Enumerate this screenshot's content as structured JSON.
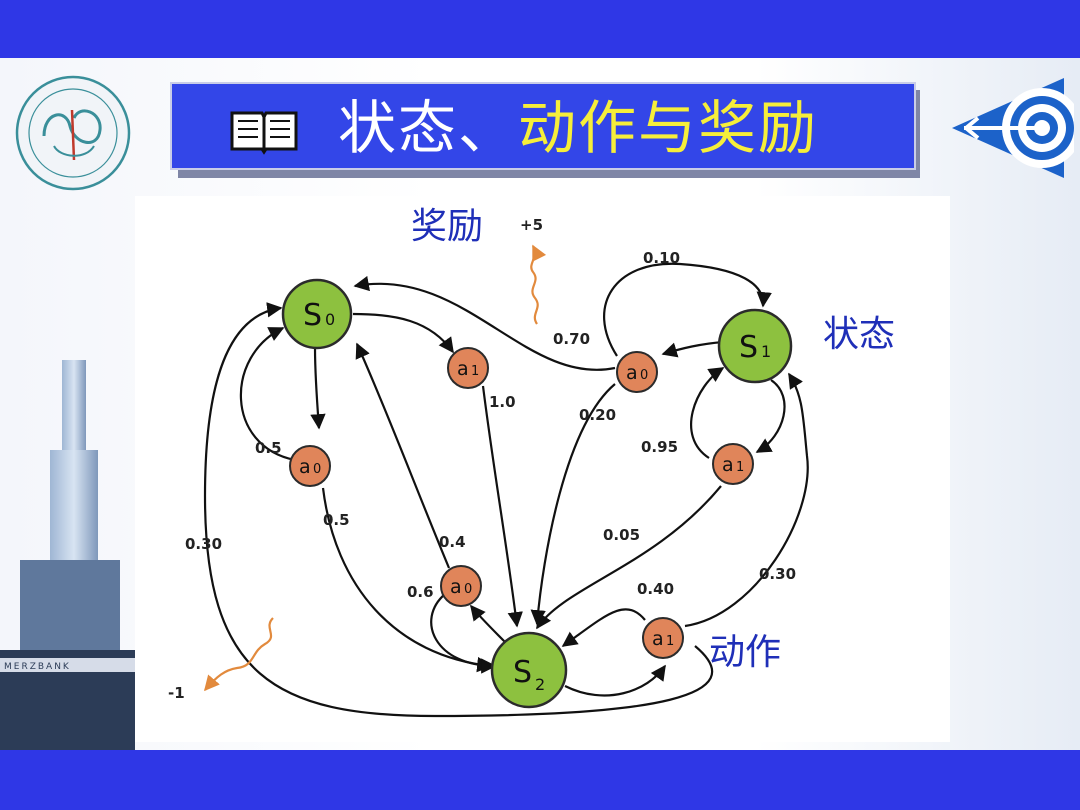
{
  "title": {
    "part1": "状态、",
    "part2": "动作与奖励"
  },
  "colors": {
    "band": "#2f37e6",
    "title_bg": "#3346e8",
    "state_node": "#8dc13f",
    "action_node": "#e0855a",
    "label_blue": "#1f2fb8",
    "reward_arrow": "#e28a3d"
  },
  "icons": {
    "title_icon": "book-icon",
    "logo": "university-seal",
    "corner": "target-arrow-icon"
  },
  "building_sign": "MERZBANK",
  "diagram": {
    "annotations": {
      "reward": "奖励",
      "state": "状态",
      "action": "动作"
    },
    "rewards": {
      "positive": "+5",
      "negative": "-1"
    },
    "states": [
      {
        "id": "s0",
        "letter": "S",
        "sub": "0"
      },
      {
        "id": "s1",
        "letter": "S",
        "sub": "1"
      },
      {
        "id": "s2",
        "letter": "S",
        "sub": "2"
      }
    ],
    "actions": [
      {
        "id": "s0a0",
        "letter": "a",
        "sub": "0"
      },
      {
        "id": "s0a1",
        "letter": "a",
        "sub": "1"
      },
      {
        "id": "s1a0",
        "letter": "a",
        "sub": "0"
      },
      {
        "id": "s1a1",
        "letter": "a",
        "sub": "1"
      },
      {
        "id": "s2a0",
        "letter": "a",
        "sub": "0"
      },
      {
        "id": "s2a1",
        "letter": "a",
        "sub": "1"
      }
    ],
    "probabilities": {
      "s0a0_s0": "0.5",
      "s0a0_s2": "0.5",
      "s0a1_s2": "1.0",
      "s1a0_s0": "0.70",
      "s1a0_s1": "0.10",
      "s1a0_s2": "0.20",
      "s1a1_s1": "0.95",
      "s1a1_s2": "0.05",
      "s2a0_s0": "0.4",
      "s2a0_s2": "0.6",
      "s2a1_s2": "0.40",
      "s2a1_s1": "0.30",
      "s2a1_s0": "0.30"
    }
  }
}
